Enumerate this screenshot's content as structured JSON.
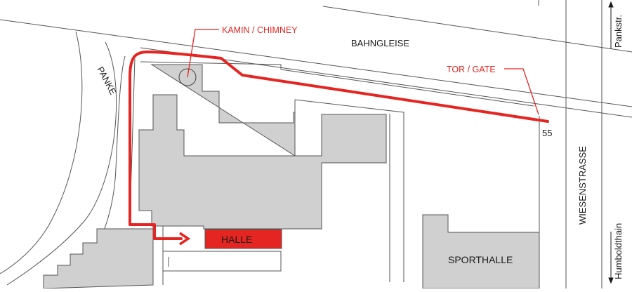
{
  "labels": {
    "bahngleise": "BAHNGLEISE",
    "panke": "PANKE",
    "kamin": "KAMIN / CHIMNEY",
    "tor": "TOR / GATE",
    "number": "55",
    "wiesenstrasse": "WIESENSTRASSE",
    "pankstr": "Pankstr.",
    "humboldthain": "Humboldthain",
    "halle": "HALLE",
    "sporthalle": "SPORTHALLE"
  },
  "colors": {
    "route": "#e52521",
    "building": "#d0d0d0",
    "outline": "#555555",
    "text": "#1a1a1a",
    "background": "#ffffff"
  },
  "icons": {
    "direction_arrow_up": "arrow-up-icon",
    "direction_arrow_down": "arrow-down-icon",
    "route_arrow": "arrow-right-icon",
    "chimney": "circle-icon"
  }
}
